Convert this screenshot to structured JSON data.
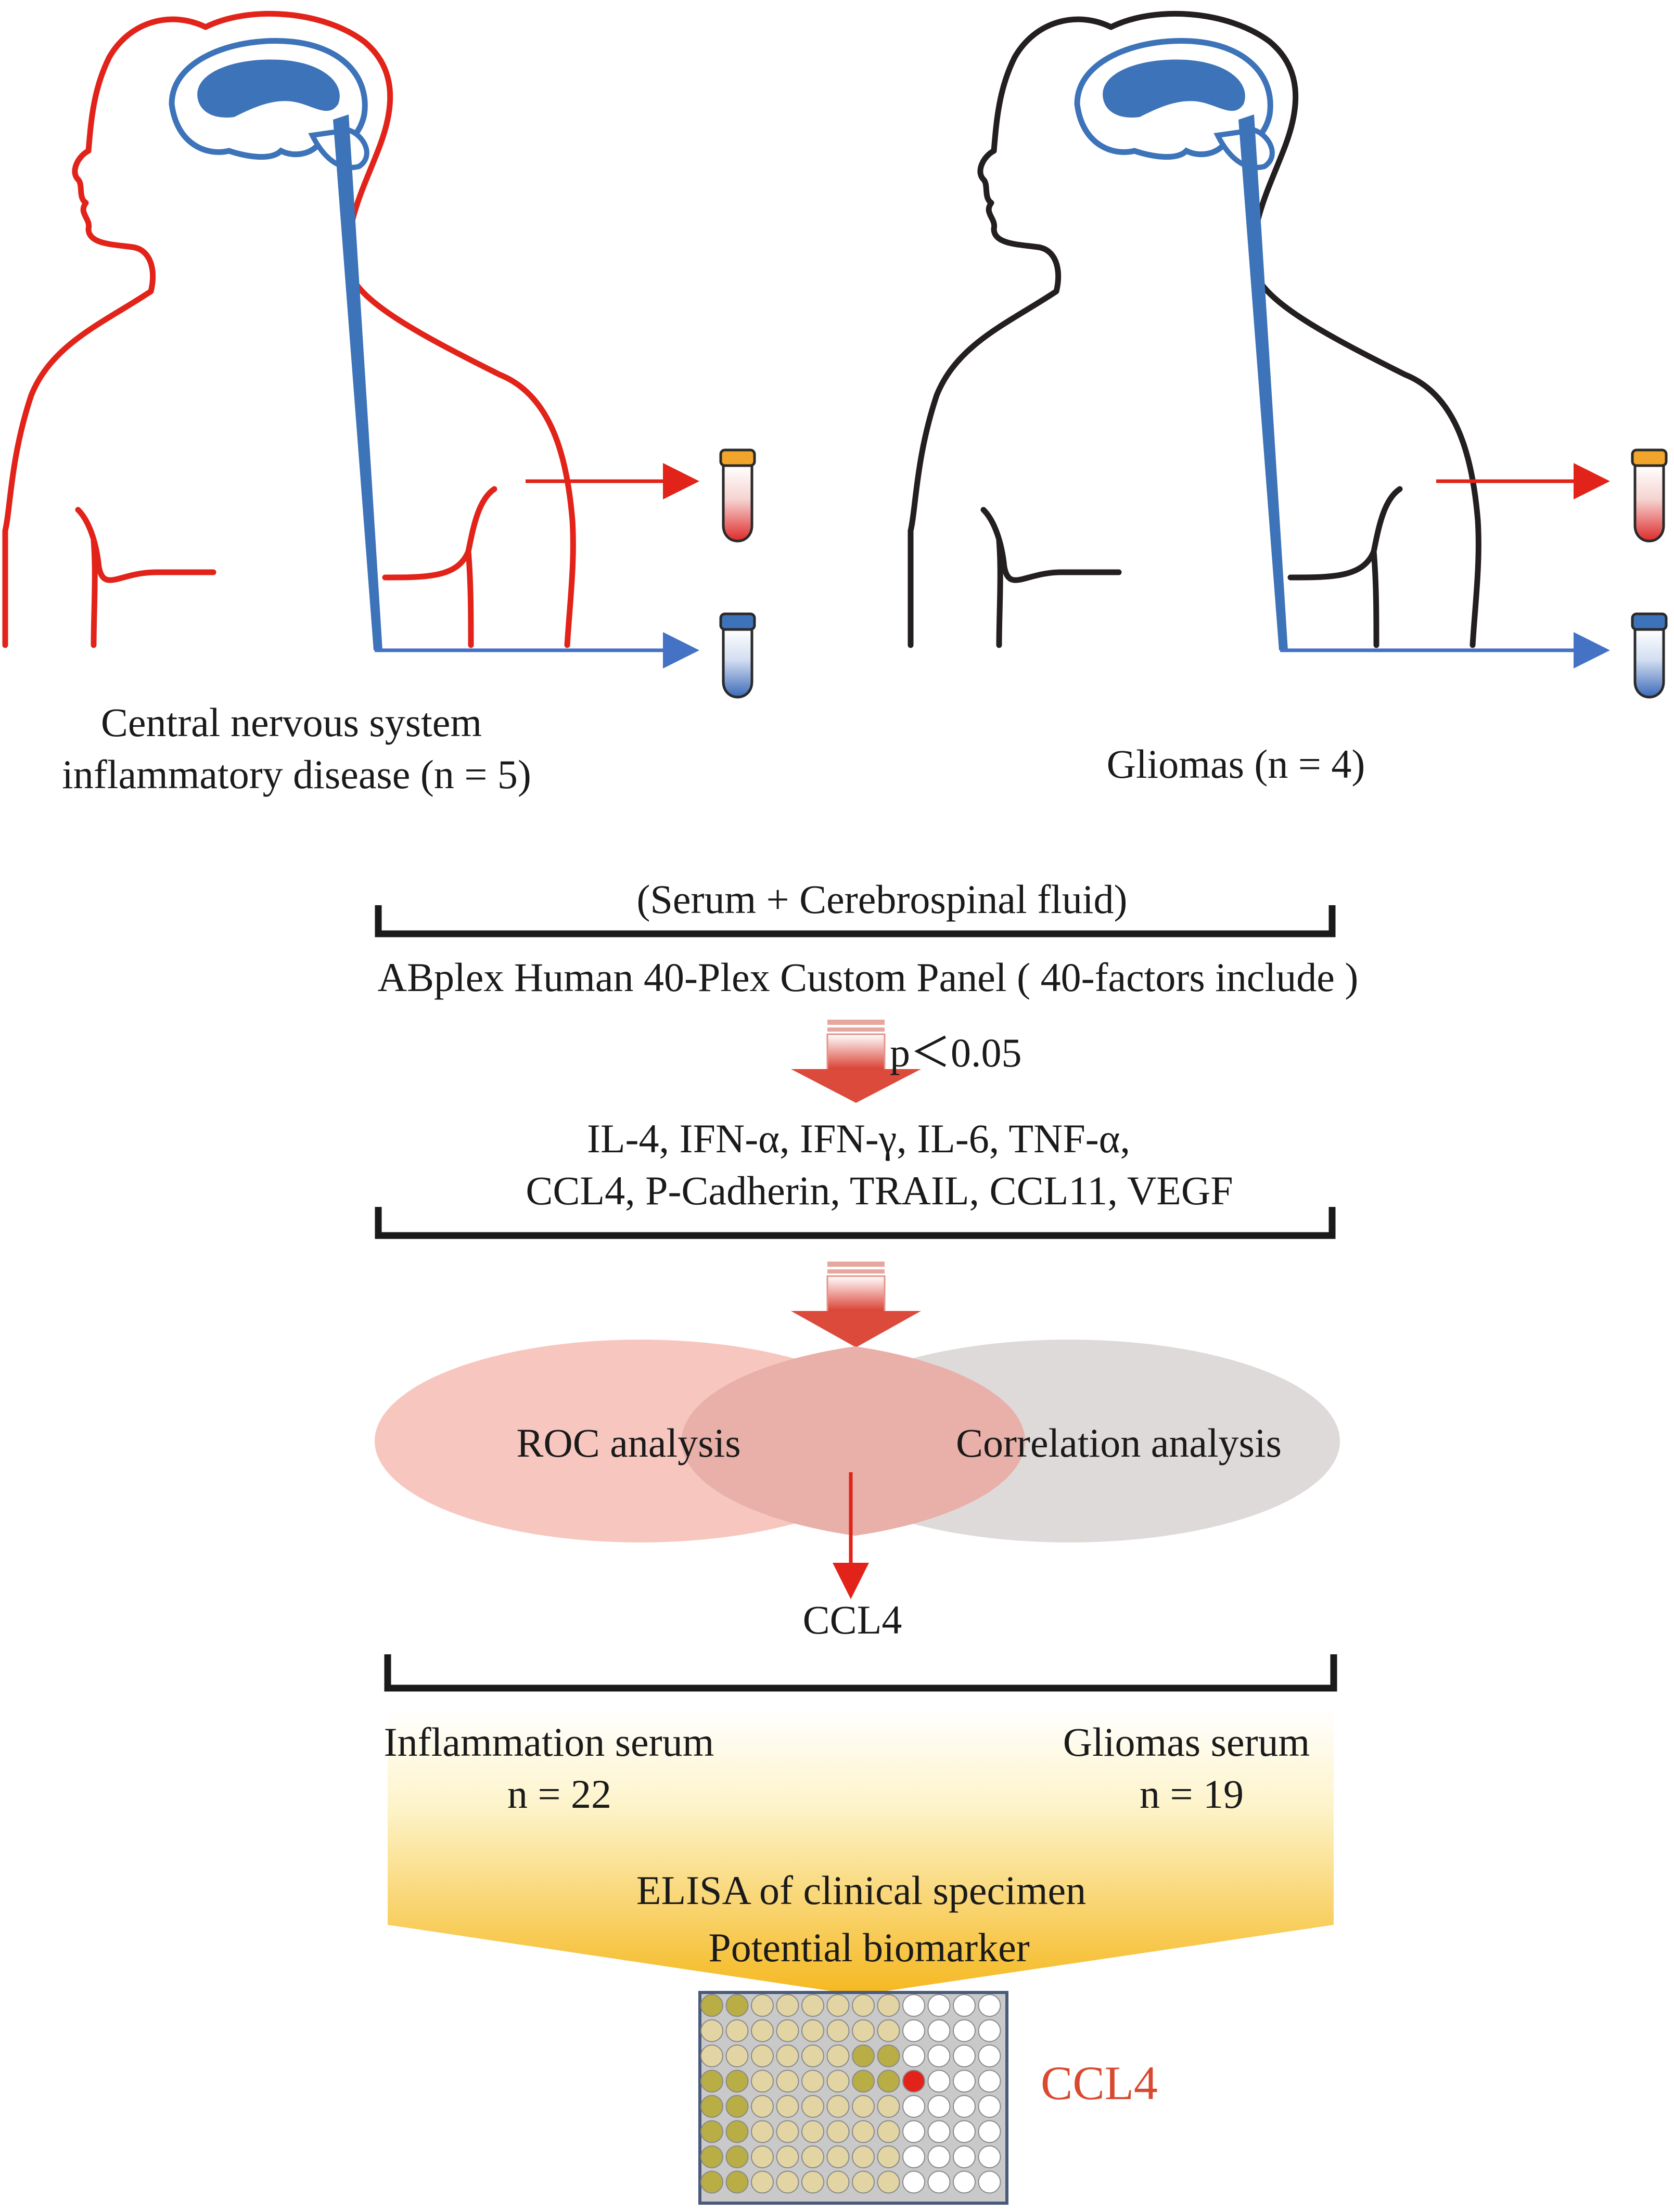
{
  "colors": {
    "cns_outline": "#e2231a",
    "glioma_outline": "#231f20",
    "brain_blue": "#3d73b9",
    "arrow_red": "#e2231a",
    "arrow_blue": "#4472c4",
    "roc_ellipse": "#f7c7bf",
    "corr_ellipse": "#dedad9",
    "overlap": "#e8b0a8",
    "funnel_gold": "#f5b81f",
    "highlight_red": "#d9492f"
  },
  "groups": {
    "cns": {
      "label_line1": "Central nervous system",
      "label_line2": "inflammatory disease (n = 5)"
    },
    "glioma": {
      "label": "Gliomas (n = 4)"
    }
  },
  "samples": {
    "bracket_label": "(Serum +  Cerebrospinal fluid)",
    "panel_label": "ABplex Human  40-Plex Custom Panel ( 40-factors include )"
  },
  "filter": {
    "label": "p＜0.05"
  },
  "factors": {
    "line1": "IL-4, IFN-α, IFN-γ, IL-6, TNF-α,",
    "line2": "CCL4, P-Cadherin, TRAIL, CCL11, VEGF"
  },
  "analysis": {
    "roc": "ROC analysis",
    "correlation": "Correlation analysis",
    "result": "CCL4"
  },
  "validation": {
    "left_title": "Inflammation serum",
    "left_n": "n = 22",
    "right_title": "Gliomas serum",
    "right_n": "n = 19",
    "method": "ELISA  of clinical specimen",
    "outcome": "Potential biomarker"
  },
  "plate": {
    "highlight_label": "CCL4"
  }
}
